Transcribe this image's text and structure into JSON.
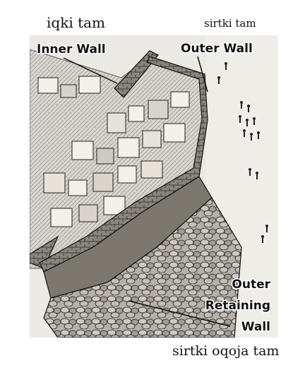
{
  "captions": {
    "inner_wall": "iqki tam",
    "outer_wall": "sirtki tam",
    "outer_retaining_wall": "sirtki oqoja tam"
  },
  "diagram": {
    "labels": {
      "inner_wall": "Inner Wall",
      "outer_wall": "Outer Wall",
      "outer_retaining_line1": "Outer",
      "outer_retaining_line2": "Retaining",
      "outer_retaining_line3": "Wall"
    }
  },
  "colors": {
    "paper": "#ebe9e4",
    "ink": "#1a1a1a",
    "stone": "#8f8a82"
  }
}
